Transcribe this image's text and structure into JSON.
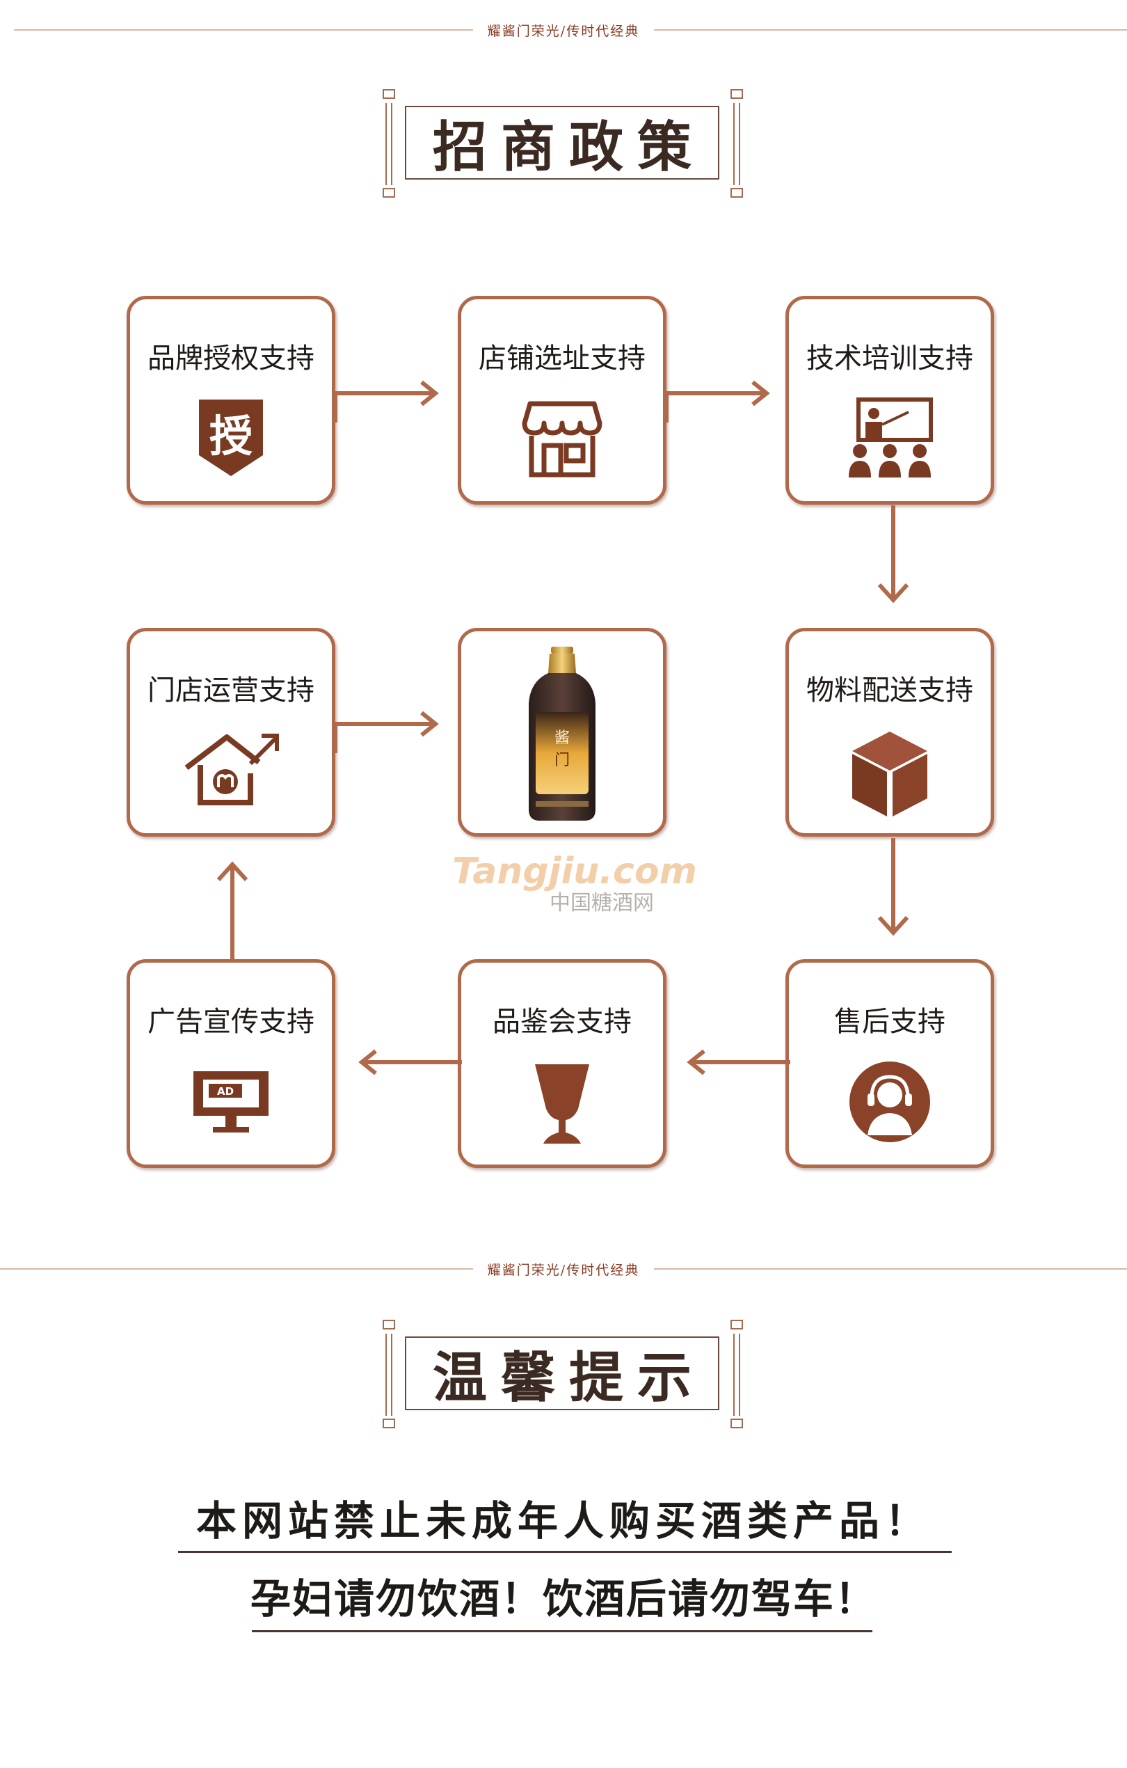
{
  "tagline": "耀酱门荣光/传时代经典",
  "policy": {
    "title": "招商政策",
    "cards": [
      {
        "label": "品牌授权支持",
        "icon": "authorization-shield-icon",
        "icon_text": "授"
      },
      {
        "label": "店铺选址支持",
        "icon": "storefront-icon"
      },
      {
        "label": "技术培训支持",
        "icon": "training-presentation-icon"
      },
      {
        "label": "物料配送支持",
        "icon": "cube-box-icon"
      },
      {
        "label": "售后支持",
        "icon": "customer-service-headset-icon"
      },
      {
        "label": "品鉴会支持",
        "icon": "tasting-cup-icon"
      },
      {
        "label": "广告宣传支持",
        "icon": "ad-monitor-icon",
        "icon_text": "AD"
      },
      {
        "label": "门店运营支持",
        "icon": "store-growth-house-icon"
      }
    ],
    "center_product": "liquor-bottle-image"
  },
  "watermark": {
    "latin": "Tangjiu.com",
    "chinese": "中国糖酒网"
  },
  "notice": {
    "title": "温馨提示",
    "line1": "本网站禁止未成年人购买酒类产品！",
    "line2": "孕妇请勿饮酒！饮酒后请勿驾车！"
  },
  "colors": {
    "accent": "#b06a4b",
    "text": "#1f1a17",
    "divider": "#d8b9a4"
  }
}
